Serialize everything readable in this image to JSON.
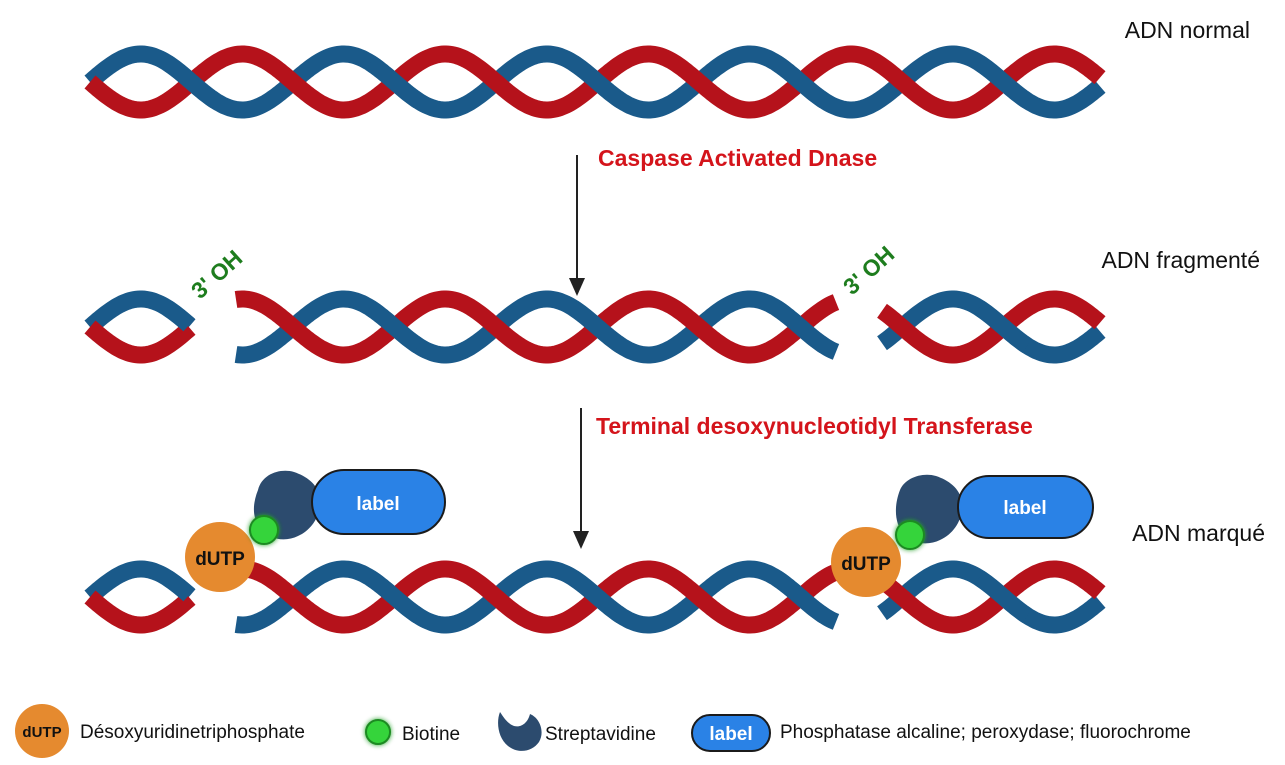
{
  "strands": {
    "normal": "ADN normal",
    "fragmented": "ADN fragmenté",
    "labeled": "ADN marqué"
  },
  "steps": {
    "step1": "Caspase Activated Dnase",
    "step2": "Terminal desoxynucleotidyl Transferase"
  },
  "ends": {
    "left": "3' OH",
    "right": "3' OH"
  },
  "probe": {
    "dutp": "dUTP",
    "label": "label"
  },
  "legend": {
    "dutp_badge": "dUTP",
    "dutp_text": "Désoxyuridinetriphosphate",
    "biotin_text": "Biotine",
    "streptavidin_text": "Streptavidine",
    "label_badge": "label",
    "label_text": "Phosphatase alcaline; peroxydase; fluorochrome"
  },
  "colors": {
    "strand_red": "#b5121b",
    "strand_blue": "#1a5a8a",
    "step_text": "#d4141b",
    "end_text": "#1e7d1e",
    "dutp": "#e58a2f",
    "biotin": "#34d43a",
    "streptavidin": "#2c4b6e",
    "label": "#2a82e6"
  }
}
